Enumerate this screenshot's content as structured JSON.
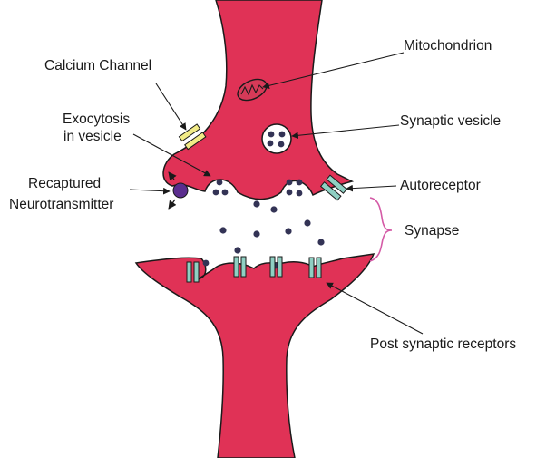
{
  "labels": {
    "calcium_channel": "Calcium Channel",
    "exocytosis_line1": "Exocytosis",
    "exocytosis_line2": "in vesicle",
    "recaptured_line1": "Recaptured",
    "recaptured_line2": "Neurotransmitter",
    "mitochondrion": "Mitochondrion",
    "synaptic_vesicle": "Synaptic vesicle",
    "autoreceptor": "Autoreceptor",
    "synapse": "Synapse",
    "post_synaptic_receptors": "Post synaptic receptors"
  },
  "colors": {
    "neuron_fill": "#e03256",
    "neuron_stroke": "#1a1a1a",
    "receptor_fill": "#8fd0c3",
    "calcium_channel_fill": "#f2eb86",
    "transmitter_fill": "#5b2d8e",
    "bracket": "#d45aa6"
  }
}
